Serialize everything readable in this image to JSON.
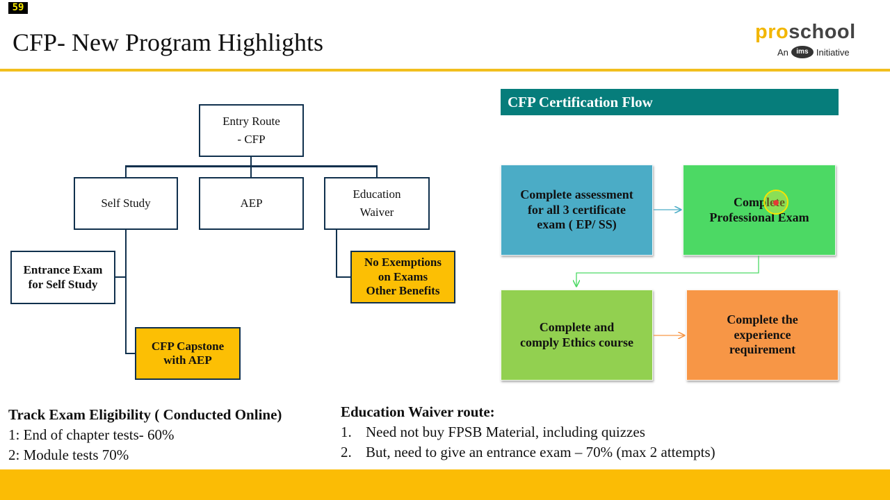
{
  "slide_number": "59",
  "title": "CFP- New Program Highlights",
  "brand": {
    "pro": "pro",
    "school": "school",
    "tag_prefix": "An",
    "tag_badge": "ims",
    "tag_suffix": "Initiative"
  },
  "tree": {
    "root": "Entry Route\n- CFP",
    "self_study": "Self Study",
    "aep": "AEP",
    "education_waiver": "Education\nWaiver",
    "entrance_exam": "Entrance Exam\nfor Self Study",
    "capstone": "CFP Capstone\nwith AEP",
    "no_exemptions": "No Exemptions\non Exams\nOther Benefits"
  },
  "flow": {
    "header": "CFP Certification Flow",
    "step1": "Complete assessment\nfor all 3 certificate\nexam  ( EP/ SS)",
    "step2": "Complete\nProfessional Exam",
    "step3": "Complete and\ncomply Ethics course",
    "step4": "Complete the\nexperience\nrequirement",
    "colors": {
      "step1": "#4bacc6",
      "step2": "#4cd964",
      "step3": "#92d050",
      "step4": "#f79646",
      "header": "#067d7b"
    }
  },
  "track": {
    "heading": "Track Exam Eligibility ( Conducted Online)",
    "items": [
      "1: End of chapter tests- 60%",
      "2: Module tests 70%"
    ]
  },
  "waiver": {
    "heading": "Education Waiver route:",
    "items": [
      {
        "num": "1.",
        "text": "Need not buy FPSB Material, including quizzes"
      },
      {
        "num": "2.",
        "text": "But, need to give an entrance exam – 70% (max 2 attempts)"
      }
    ]
  }
}
